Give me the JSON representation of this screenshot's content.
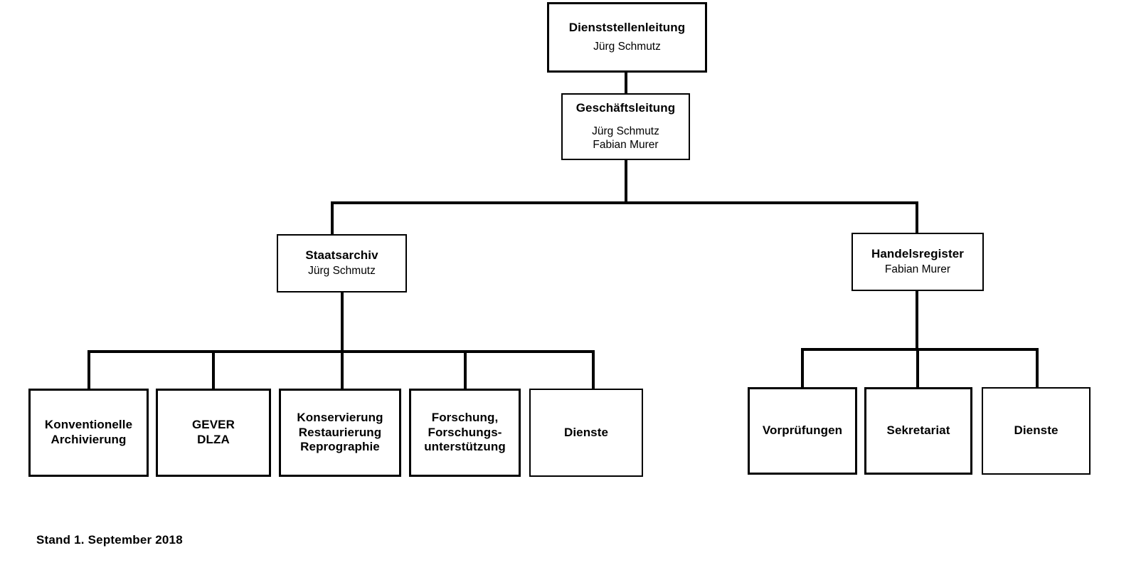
{
  "diagram": {
    "type": "org-chart",
    "footer_note": "Stand 1. September 2018",
    "nodes": {
      "dienststellenleitung": {
        "title": "Dienststellenleitung",
        "subtitle": "Jürg Schmutz"
      },
      "geschaeftsleitung": {
        "title": "Geschäftsleitung",
        "subtitle": "Jürg Schmutz\nFabian Murer"
      },
      "staatsarchiv": {
        "title": "Staatsarchiv",
        "subtitle": "Jürg Schmutz"
      },
      "handelsregister": {
        "title": "Handelsregister",
        "subtitle": "Fabian Murer"
      },
      "konventionelle_archivierung": {
        "title": "Konventionelle\nArchivierung"
      },
      "gever_dlza": {
        "title": "GEVER\nDLZA"
      },
      "konservierung": {
        "title": "Konservierung\nRestaurierung\nReprographie"
      },
      "forschung": {
        "title": "Forschung,\nForschungs-\nunterstützung"
      },
      "dienste_staatsarchiv": {
        "title": "Dienste"
      },
      "vorpruefungen": {
        "title": "Vorprüfungen"
      },
      "sekretariat": {
        "title": "Sekretariat"
      },
      "dienste_handelsregister": {
        "title": "Dienste"
      }
    },
    "hierarchy": {
      "root": "dienststellenleitung",
      "edges": [
        [
          "dienststellenleitung",
          "geschaeftsleitung"
        ],
        [
          "geschaeftsleitung",
          "staatsarchiv"
        ],
        [
          "geschaeftsleitung",
          "handelsregister"
        ],
        [
          "staatsarchiv",
          "konventionelle_archivierung"
        ],
        [
          "staatsarchiv",
          "gever_dlza"
        ],
        [
          "staatsarchiv",
          "konservierung"
        ],
        [
          "staatsarchiv",
          "forschung"
        ],
        [
          "staatsarchiv",
          "dienste_staatsarchiv"
        ],
        [
          "handelsregister",
          "vorpruefungen"
        ],
        [
          "handelsregister",
          "sekretariat"
        ],
        [
          "handelsregister",
          "dienste_handelsregister"
        ]
      ]
    },
    "colors": {
      "background": "#ffffff",
      "line": "#000000",
      "text": "#000000"
    }
  }
}
